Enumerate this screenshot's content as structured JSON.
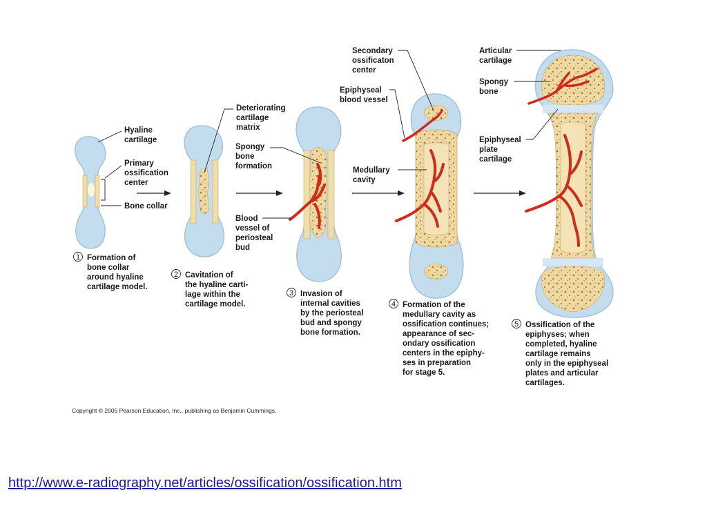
{
  "labels": {
    "hyaline_cartilage": [
      "Hyaline",
      "cartilage"
    ],
    "primary_ossification_center": [
      "Primary",
      "ossification",
      "center"
    ],
    "bone_collar": [
      "Bone collar"
    ],
    "deteriorating_cartilage_matrix": [
      "Deteriorating",
      "cartilage",
      "matrix"
    ],
    "spongy_bone_formation": [
      "Spongy",
      "bone",
      "formation"
    ],
    "blood_vessel_periosteal_bud": [
      "Blood",
      "vessel of",
      "periosteal",
      "bud"
    ],
    "secondary_ossification_center": [
      "Secondary",
      "ossificaton",
      "center"
    ],
    "epiphyseal_blood_vessel": [
      "Epiphyseal",
      "blood vessel"
    ],
    "medullary_cavity": [
      "Medullary",
      "cavity"
    ],
    "articular_cartilage": [
      "Articular",
      "cartilage"
    ],
    "spongy_bone": [
      "Spongy",
      "bone"
    ],
    "epiphyseal_plate_cartilage": [
      "Epiphyseal",
      "plate",
      "cartilage"
    ]
  },
  "stages": [
    {
      "number": "1",
      "caption": [
        "Formation of",
        "bone collar",
        "around hyaline",
        "cartilage model."
      ]
    },
    {
      "number": "2",
      "caption": [
        "Cavitation of",
        "the hyaline carti-",
        "lage within the",
        "cartilage model."
      ]
    },
    {
      "number": "3",
      "caption": [
        "Invasion of",
        "internal cavities",
        "by the periosteal",
        "bud and spongy",
        "bone formation."
      ]
    },
    {
      "number": "4",
      "caption": [
        "Formation of the",
        "medullary cavity as",
        "ossification continues;",
        "appearance of sec-",
        "ondary ossification",
        "centers in the epiphy-",
        "ses in preparation",
        "for stage 5."
      ]
    },
    {
      "number": "5",
      "caption": [
        "Ossification of the",
        "epiphyses; when",
        "completed, hyaline",
        "cartilage remains",
        "only in the epiphyseal",
        "plates and articular",
        "cartilages."
      ]
    }
  ],
  "copyright": "Copyright © 2005 Pearson Education, Inc., publishing as Benjamin Cummings.",
  "source_url": "http://www.e-radiography.net/articles/ossification/ossification.htm",
  "colors": {
    "cartilage": "#c3dcee",
    "cartilage_edge": "#9fc3df",
    "bone": "#f0deaa",
    "bone_edge": "#c9a866",
    "vessel": "#cf2a1a",
    "link": "#1a1aa6"
  }
}
